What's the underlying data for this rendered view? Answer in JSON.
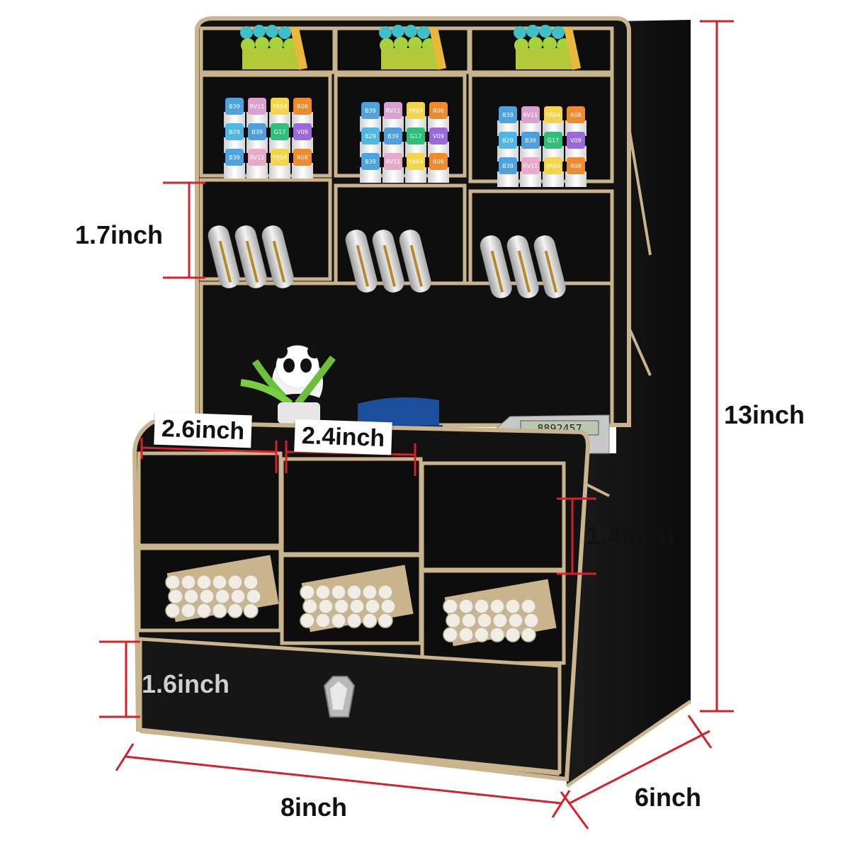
{
  "dimensions": {
    "height_total": "13inch",
    "width": "8inch",
    "depth": "6inch",
    "upper_compartment_height": "1.7inch",
    "lower_compartment_height": "1.4inch",
    "drawer_height": "1.6inch",
    "left_compartment_width": "2.6inch",
    "middle_compartment_width": "2.4inch"
  },
  "calculator": {
    "display": "8892457"
  },
  "marker_codes": [
    "B39",
    "RV11",
    "YR04",
    "R08",
    "B29",
    "G17",
    "V09"
  ],
  "colors": {
    "dimension_line": "#d6202a",
    "organizer_body": "#141414",
    "wood_edge": "#c9b48e"
  },
  "icons": {
    "panda": "panda-figurine-icon",
    "plant": "plant-icon",
    "stapler": "stapler-icon",
    "knob": "crystal-knob-icon"
  }
}
